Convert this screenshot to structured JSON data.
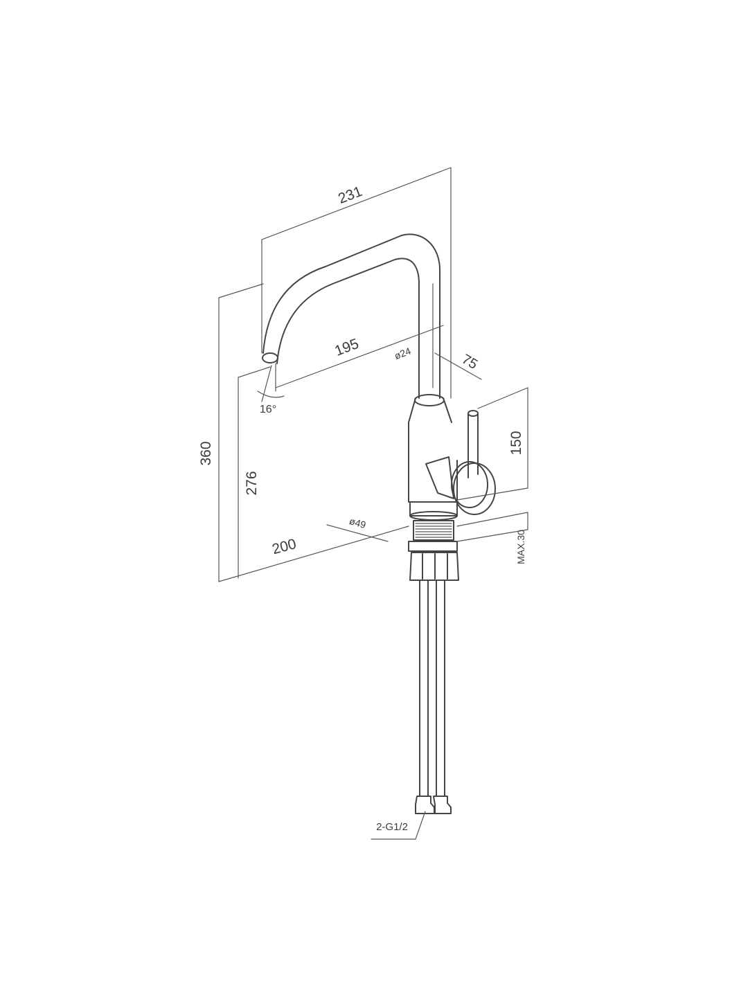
{
  "dimensions": {
    "overall_reach": "231",
    "spout_reach": "195",
    "spout_diameter": "ø24",
    "handle_reach": "75",
    "total_height": "360",
    "spout_height": "276",
    "handle_height": "150",
    "base_diameter": "ø49",
    "base_depth": "200",
    "max_deck_thickness": "MAX.30",
    "spout_angle": "16°",
    "hose_connection": "2-G1/2"
  }
}
